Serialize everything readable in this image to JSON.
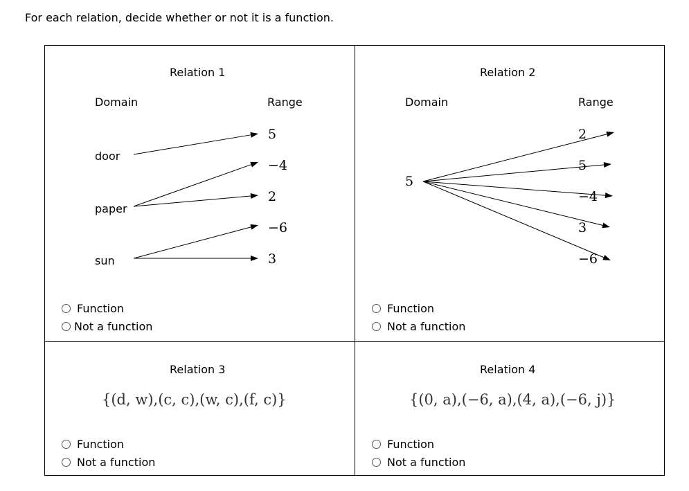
{
  "prompt": "For each relation, decide whether or not it is a function.",
  "relations": [
    {
      "title": "Relation 1",
      "domain_header": "Domain",
      "range_header": "Range",
      "domain": [
        "door",
        "paper",
        "sun"
      ],
      "range": [
        "5",
        "−4",
        "2",
        "−6",
        "3"
      ],
      "mapping": [
        [
          "door",
          "5"
        ],
        [
          "paper",
          "−4"
        ],
        [
          "paper",
          "2"
        ],
        [
          "sun",
          "−6"
        ],
        [
          "sun",
          "3"
        ]
      ],
      "options": [
        "Function",
        "Not a function"
      ]
    },
    {
      "title": "Relation 2",
      "domain_header": "Domain",
      "range_header": "Range",
      "domain": [
        "5"
      ],
      "range": [
        "2",
        "5",
        "−4",
        "3",
        "−6"
      ],
      "mapping": [
        [
          "5",
          "2"
        ],
        [
          "5",
          "5"
        ],
        [
          "5",
          "−4"
        ],
        [
          "5",
          "3"
        ],
        [
          "5",
          "−6"
        ]
      ],
      "options": [
        "Function",
        "Not a function"
      ]
    },
    {
      "title": "Relation 3",
      "set": "{(d, w),(c, c),(w, c),(f, c)}",
      "options": [
        "Function",
        "Not a function"
      ]
    },
    {
      "title": "Relation 4",
      "set": "{(0, a),(−6, a),(4, a),(−6, j)}",
      "options": [
        "Function",
        "Not a function"
      ]
    }
  ]
}
